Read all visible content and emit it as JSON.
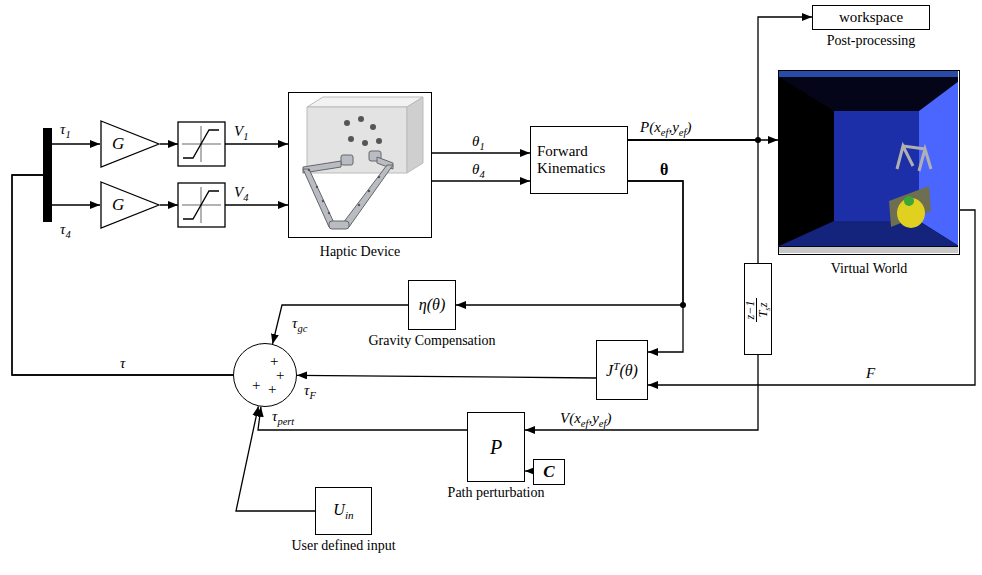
{
  "diagram": {
    "nodes": [
      {
        "text": [
          "Haptic Device"
        ]
      },
      {
        "text": [
          "Forward Kinematics"
        ]
      },
      {
        "text": [
          "workspace",
          "Post-processing"
        ]
      },
      {
        "text": [
          "Virtual World"
        ]
      },
      {
        "text": [
          "η(θ)",
          "Gravity Compensation"
        ]
      },
      {
        "text": [
          "JT(θ)"
        ]
      },
      {
        "text": [
          "P",
          "Path perturbation"
        ]
      },
      {
        "text": [
          "C"
        ]
      },
      {
        "text": [
          "Uin",
          "User defined input"
        ]
      },
      {
        "text": [
          "+",
          "+",
          "+",
          "+"
        ]
      },
      {
        "text": [
          "G"
        ]
      },
      {
        "text": [
          "G"
        ]
      },
      {
        "text": [
          "z−1",
          "Tsz"
        ]
      }
    ],
    "edges": [
      {
        "from": 9,
        "to": 10,
        "arrow": "to"
      },
      {
        "from": 9,
        "to": 11,
        "arrow": "to"
      },
      {
        "from": 10,
        "to": 0,
        "arrow": "to"
      },
      {
        "from": 11,
        "to": 0,
        "arrow": "to"
      },
      {
        "from": 0,
        "to": 1,
        "arrow": "to"
      },
      {
        "from": 0,
        "to": 1,
        "arrow": "to"
      },
      {
        "from": 1,
        "to": 3,
        "arrow": "to"
      },
      {
        "from": 1,
        "to": 2,
        "arrow": "to"
      },
      {
        "from": 1,
        "to": 12,
        "arrow": "none"
      },
      {
        "from": 1,
        "to": 4,
        "arrow": "to"
      },
      {
        "from": 1,
        "to": 5,
        "arrow": "to"
      },
      {
        "from": 3,
        "to": 5,
        "arrow": "to"
      },
      {
        "from": 4,
        "to": 9,
        "arrow": "to"
      },
      {
        "from": 5,
        "to": 9,
        "arrow": "to"
      },
      {
        "from": 6,
        "to": 9,
        "arrow": "to"
      },
      {
        "from": 8,
        "to": 9,
        "arrow": "to"
      },
      {
        "from": 7,
        "to": 6,
        "arrow": "to"
      },
      {
        "from": 12,
        "to": 6,
        "arrow": "to"
      }
    ],
    "labels": [
      "τ1",
      "τ4",
      "V1",
      "V4",
      "θ1",
      "θ4",
      "P(xef,yef)",
      "θ",
      "τgc",
      "τF",
      "τpert",
      "τ",
      "F",
      "V(xef,yef)"
    ]
  }
}
